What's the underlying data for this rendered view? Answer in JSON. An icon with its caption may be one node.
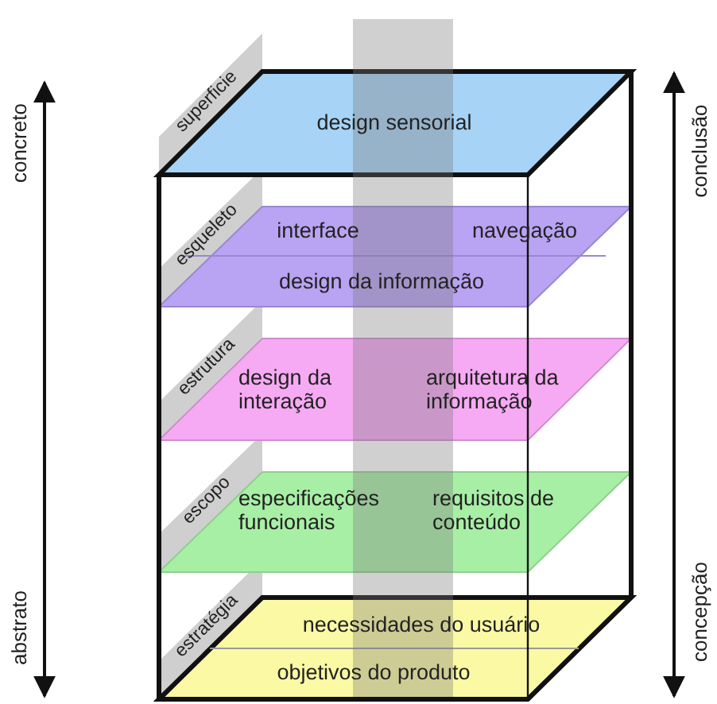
{
  "diagram": {
    "nodes": [
      {
        "text": [
          "design sensorial"
        ],
        "beside": [
          "superficie"
        ]
      },
      {
        "text": [
          "interface",
          "navegação",
          "design da informação"
        ],
        "beside": [
          "esqueleto"
        ]
      },
      {
        "text": [
          "design da interação",
          "arquitetura da informação"
        ],
        "beside": [
          "estrutura"
        ]
      },
      {
        "text": [
          "especificações funcionais",
          "requisitos de conteúdo"
        ],
        "beside": [
          "escopo"
        ]
      },
      {
        "text": [
          "necessidades do usuário",
          "objetivos do produto"
        ],
        "beside": [
          "estratégia"
        ]
      }
    ],
    "edges": [],
    "labels": [
      "concreto",
      "conclusão",
      "abstrato",
      "concepção"
    ]
  }
}
